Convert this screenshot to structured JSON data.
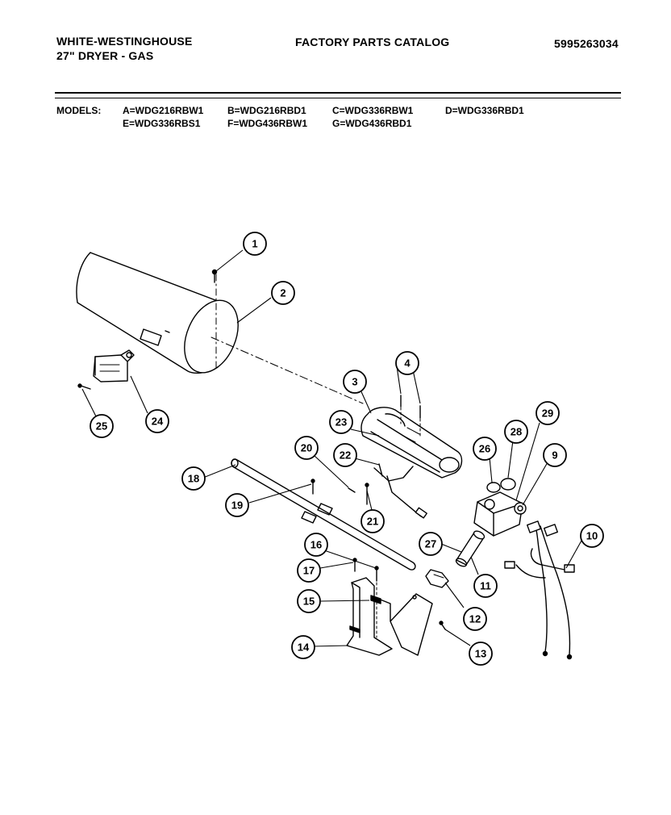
{
  "header": {
    "brand": "WHITE-WESTINGHOUSE",
    "product": "27\" DRYER - GAS",
    "catalog": "FACTORY PARTS CATALOG",
    "part_number": "5995263034"
  },
  "models": {
    "label": "MODELS:",
    "list": [
      "A=WDG216RBW1",
      "B=WDG216RBD1",
      "C=WDG336RBW1",
      "D=WDG336RBD1",
      "E=WDG336RBS1",
      "F=WDG436RBW1",
      "G=WDG436RBD1"
    ]
  },
  "callouts": [
    "1",
    "2",
    "3",
    "4",
    "9",
    "10",
    "11",
    "12",
    "13",
    "14",
    "15",
    "16",
    "17",
    "18",
    "19",
    "20",
    "21",
    "22",
    "23",
    "24",
    "25",
    "26",
    "27",
    "28",
    "29"
  ],
  "colors": {
    "ink": "#000000",
    "paper": "#ffffff",
    "part_shade": "#e6e6e6"
  }
}
